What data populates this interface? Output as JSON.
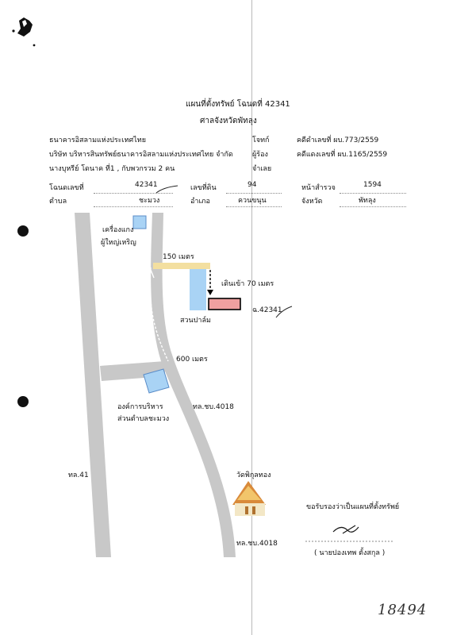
{
  "header": {
    "title": "แผนที่ตั้งทรัพย์ โฉนดที่ 42341",
    "court": "ศาลจังหวัดพัทลุง"
  },
  "parties": {
    "plaintiff": "ธนาคารอิสลามแห่งประเทศไทย",
    "plaintiff_role": "โจทก์",
    "case_black": "คดีดำเลขที่ ผบ.773/2559",
    "co_plaintiff": "บริษัท บริหารสินทรัพย์ธนาคารอิสลามแห่งประเทศไทย จำกัด",
    "co_plaintiff_role": "ผู้ร้อง",
    "case_red": "คดีแดงเลขที่ ผบ.1165/2559",
    "defendant": "นางบุหรีย์ โดนาค ที่1 , กับพวกรวม 2 คน",
    "defendant_role": "จำเลย"
  },
  "deed": {
    "deed_label": "โฉนดเลขที่",
    "deed_value": "42341",
    "land_label": "เลขที่ดิน",
    "land_value": "94",
    "survey_label": "หน้าสำรวจ",
    "survey_value": "1594",
    "subdistrict_label": "ตำบล",
    "subdistrict_value": "ชะมวง",
    "district_label": "อำเภอ",
    "district_value": "ควนขนุน",
    "province_label": "จังหวัด",
    "province_value": "พัทลุง"
  },
  "map": {
    "factory": [
      "เครื่องแกง",
      "ผู้ใหญ่เหริญ"
    ],
    "distance_150": "150 เมตร",
    "walk_in": "เดินเข้า 70 เมตร",
    "plot_label": "ฉ.42341",
    "palm": "สวนปาล์ม",
    "distance_600": "600 เมตร",
    "org": [
      "องค์การบริหาร",
      "ส่วนตำบลชะมวง"
    ],
    "road_4018_top": "ทล.ชบ.4018",
    "road_41": "ทล.41",
    "temple": "วัดพิกุลทอง",
    "road_4018_bottom": "ทล.ชบ.4018"
  },
  "certify": {
    "text": "ขอรับรองว่าเป็นแผนที่ตั้งทรัพย์",
    "name": "( นายปองเทพ  ตั้งสกุล )"
  },
  "handwritten_number": "18494",
  "colors": {
    "blue_box": "#a9d3f5",
    "plot_fill": "#f0a0a0",
    "road_gray": "#c8c8c8",
    "path_yellow": "#f3dfa0"
  }
}
